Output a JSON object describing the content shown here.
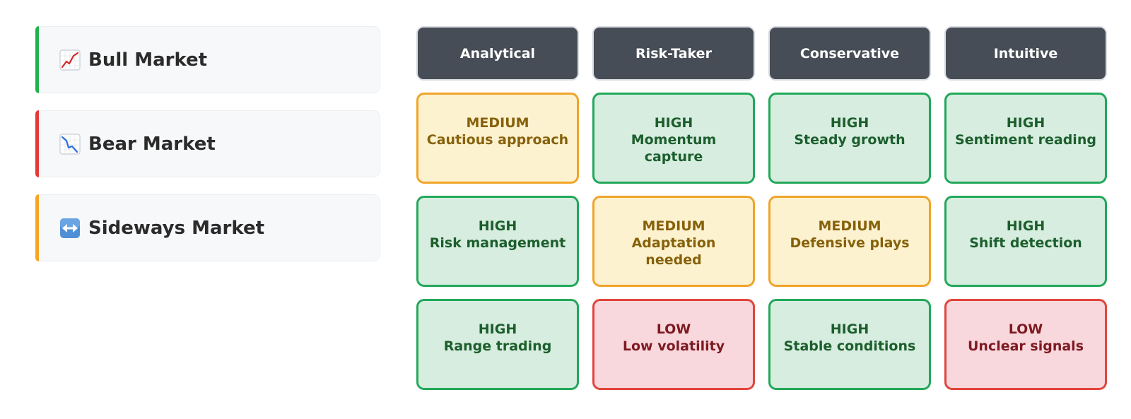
{
  "markets": [
    {
      "label": "Bull Market",
      "icon": "chart-increasing-icon",
      "accent": "#22b14c"
    },
    {
      "label": "Bear Market",
      "icon": "chart-decreasing-icon",
      "accent": "#e53935"
    },
    {
      "label": "Sideways Market",
      "icon": "left-right-arrow-icon",
      "accent": "#f5a623"
    }
  ],
  "columns": [
    "Analytical",
    "Risk-Taker",
    "Conservative",
    "Intuitive"
  ],
  "rows": [
    [
      {
        "level": "MEDIUM",
        "note": "Cautious approach"
      },
      {
        "level": "HIGH",
        "note": "Momentum capture"
      },
      {
        "level": "HIGH",
        "note": "Steady growth"
      },
      {
        "level": "HIGH",
        "note": "Sentiment reading"
      }
    ],
    [
      {
        "level": "HIGH",
        "note": "Risk management"
      },
      {
        "level": "MEDIUM",
        "note": "Adaptation needed"
      },
      {
        "level": "MEDIUM",
        "note": "Defensive plays"
      },
      {
        "level": "HIGH",
        "note": "Shift detection"
      }
    ],
    [
      {
        "level": "HIGH",
        "note": "Range trading"
      },
      {
        "level": "LOW",
        "note": "Low volatility"
      },
      {
        "level": "HIGH",
        "note": "Stable conditions"
      },
      {
        "level": "LOW",
        "note": "Unclear signals"
      }
    ]
  ],
  "colors": {
    "high": "#23a85a",
    "medium": "#f0a42a",
    "low": "#e2453c",
    "header": "#474d56"
  }
}
